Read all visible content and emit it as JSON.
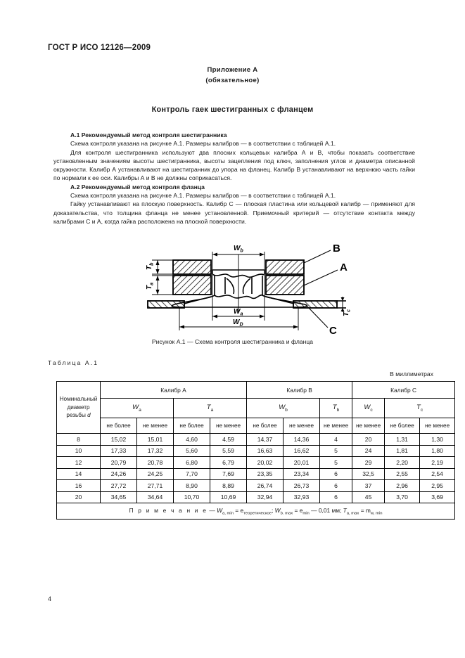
{
  "document": {
    "standard_header": "ГОСТ Р ИСО 12126—2009",
    "page_number": "4"
  },
  "annex": {
    "title": "Приложение А",
    "subtitle": "(обязательное)",
    "section_title": "Контроль гаек шестигранных с фланцем"
  },
  "sections": [
    {
      "heading": "А.1  Рекомендуемый метод контроля шестигранника",
      "paragraphs": [
        "Схема контроля указана на рисунке А.1. Размеры калибров — в соответствии с таблицей А.1.",
        "Для контроля шестигранника используют два плоских кольцевых калибра А и В, чтобы показать соответствие установленным значениям высоты шестигранника, высоты зацепления под ключ, заполнения углов и диаметра описанной окружности. Калибр А устанавливают на шестигранник до упора на фланец. Калибр В устанавливают на верхнюю часть гайки по нормали к ее оси. Калибры А и В не должны соприкасаться."
      ]
    },
    {
      "heading": "А.2  Рекомендуемый метод контроля фланца",
      "paragraphs": [
        "Схема контроля указана на рисунке А.1. Размеры калибров — в соответствии с таблицей А.1.",
        "Гайку устанавливают на плоскую поверхность. Калибр С — плоская пластина или кольцевой калибр — применяют для доказательства, что толщина фланца не менее установленной. Приемочный критерий — отсутствие контакта между калибрами С и А, когда гайка расположена на плоской поверхности."
      ]
    }
  ],
  "figure": {
    "caption": "Рисунок А.1 — Схема контроля шестигранника и фланца",
    "labels": {
      "gauge_b": "B",
      "gauge_a": "A",
      "gauge_c": "C",
      "dim_wb": "W",
      "dim_wb_sub": "b",
      "dim_wa": "W",
      "dim_wa_sub": "a",
      "dim_wd": "W",
      "dim_wd_sub": "D",
      "dim_tb": "T",
      "dim_tb_sub": "b",
      "dim_ta": "T",
      "dim_ta_sub": "a",
      "dim_tc": "T",
      "dim_tc_sub": "c"
    }
  },
  "table": {
    "label": "Таблица А.1",
    "units": "В миллиметрах",
    "row_header": {
      "line1": "Номинальный",
      "line2": "диаметр",
      "line3": "резьбы",
      "line3_sym": "d"
    },
    "groups": [
      {
        "name": "Калибр А"
      },
      {
        "name": "Калибр В"
      },
      {
        "name": "Калибр С"
      }
    ],
    "symbols": [
      {
        "sym": "W",
        "sub": "a"
      },
      {
        "sym": "T",
        "sub": "a"
      },
      {
        "sym": "W",
        "sub": "b"
      },
      {
        "sym": "T",
        "sub": "b"
      },
      {
        "sym": "W",
        "sub": "c"
      },
      {
        "sym": "T",
        "sub": "c"
      }
    ],
    "limit_headers": [
      "не более",
      "не менее",
      "не более",
      "не менее",
      "не более",
      "не менее",
      "не менее",
      "не менее",
      "не более",
      "не менее"
    ],
    "rows_group1": [
      {
        "d": "8",
        "values": [
          "15,02",
          "15,01",
          "4,60",
          "4,59",
          "14,37",
          "14,36",
          "4",
          "20",
          "1,31",
          "1,30"
        ]
      },
      {
        "d": "10",
        "values": [
          "17,33",
          "17,32",
          "5,60",
          "5,59",
          "16,63",
          "16,62",
          "5",
          "24",
          "1,81",
          "1,80"
        ]
      },
      {
        "d": "12",
        "values": [
          "20,79",
          "20,78",
          "6,80",
          "6,79",
          "20,02",
          "20,01",
          "5",
          "29",
          "2,20",
          "2,19"
        ]
      }
    ],
    "rows_group2": [
      {
        "d": "14",
        "values": [
          "24,26",
          "24,25",
          "7,70",
          "7,69",
          "23,35",
          "23,34",
          "6",
          "32,5",
          "2,55",
          "2,54"
        ]
      },
      {
        "d": "16",
        "values": [
          "27,72",
          "27,71",
          "8,90",
          "8,89",
          "26,74",
          "26,73",
          "6",
          "37",
          "2,96",
          "2,95"
        ]
      },
      {
        "d": "20",
        "values": [
          "34,65",
          "34,64",
          "10,70",
          "10,69",
          "32,94",
          "32,93",
          "6",
          "45",
          "3,70",
          "3,69"
        ]
      }
    ],
    "note": {
      "label": "П р и м е ч а н и е",
      "dash": "—",
      "part1_sym": "W",
      "part1_sub": "a, min",
      "part1_eq": "= e",
      "part1_esub": "теоретическое",
      "semi": ";",
      "part2_sym": "W",
      "part2_sub": "b. max",
      "part2_eq": "= e",
      "part2_esub": "min",
      "part2_tail": "— 0,01 мм;",
      "part3_sym": "T",
      "part3_sub": "a, max",
      "part3_eq": "= m",
      "part3_msub": "w, min"
    }
  }
}
